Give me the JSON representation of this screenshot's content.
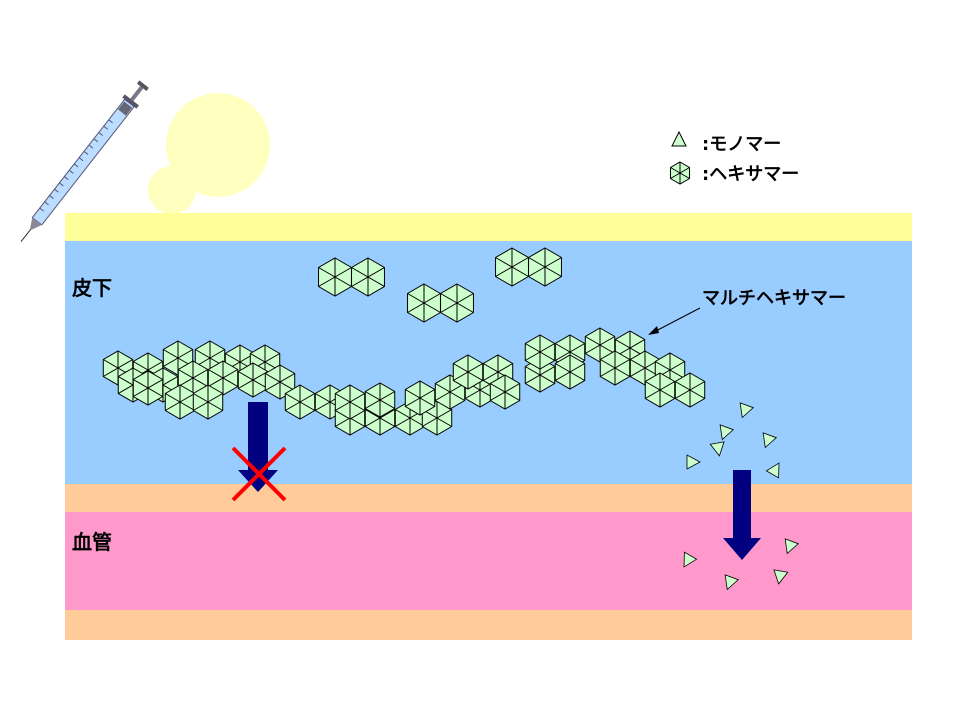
{
  "labels": {
    "subcutis": "皮下",
    "blood_vessel": "血管",
    "multimer": "マルチヘキサマー"
  },
  "legend": {
    "monomer": ":モノマー",
    "hexamer": ":ヘキサマー"
  },
  "colors": {
    "skin": "#FFFF99",
    "subcutis": "#99CCFF",
    "fat": "#FFCC99",
    "vessel": "#FF99CC",
    "particle": "#CCFFCC",
    "arrow": "#000080",
    "cross": "#FF0000"
  }
}
